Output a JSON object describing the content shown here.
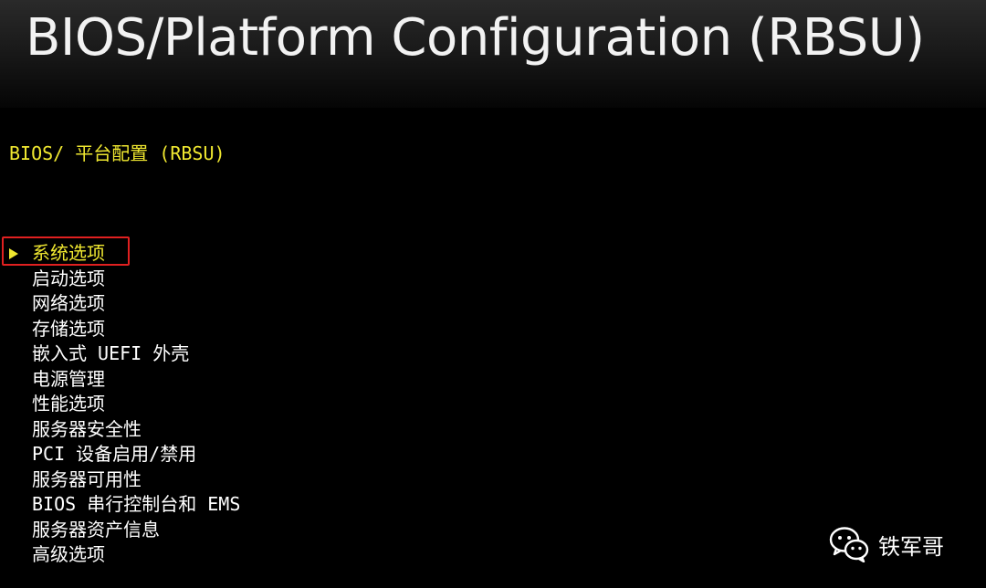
{
  "banner": {
    "title": "BIOS/Platform Configuration (RBSU)"
  },
  "page": {
    "heading": "BIOS/ 平台配置 (RBSU)"
  },
  "menu": {
    "selected_index": 0,
    "items": [
      {
        "label": "系统选项"
      },
      {
        "label": "启动选项"
      },
      {
        "label": "网络选项"
      },
      {
        "label": "存储选项"
      },
      {
        "label": "嵌入式 UEFI 外壳"
      },
      {
        "label": "电源管理"
      },
      {
        "label": "性能选项"
      },
      {
        "label": "服务器安全性"
      },
      {
        "label": "PCI 设备启用/禁用"
      },
      {
        "label": "服务器可用性"
      },
      {
        "label": "BIOS 串行控制台和 EMS"
      },
      {
        "label": "服务器资产信息"
      },
      {
        "label": "高级选项"
      }
    ]
  },
  "watermark": {
    "icon": "wechat-icon",
    "text": "铁军哥"
  },
  "colors": {
    "background": "#000000",
    "heading_yellow": "#f0e830",
    "menu_text": "#ffffff",
    "highlight_red": "#e02020"
  }
}
